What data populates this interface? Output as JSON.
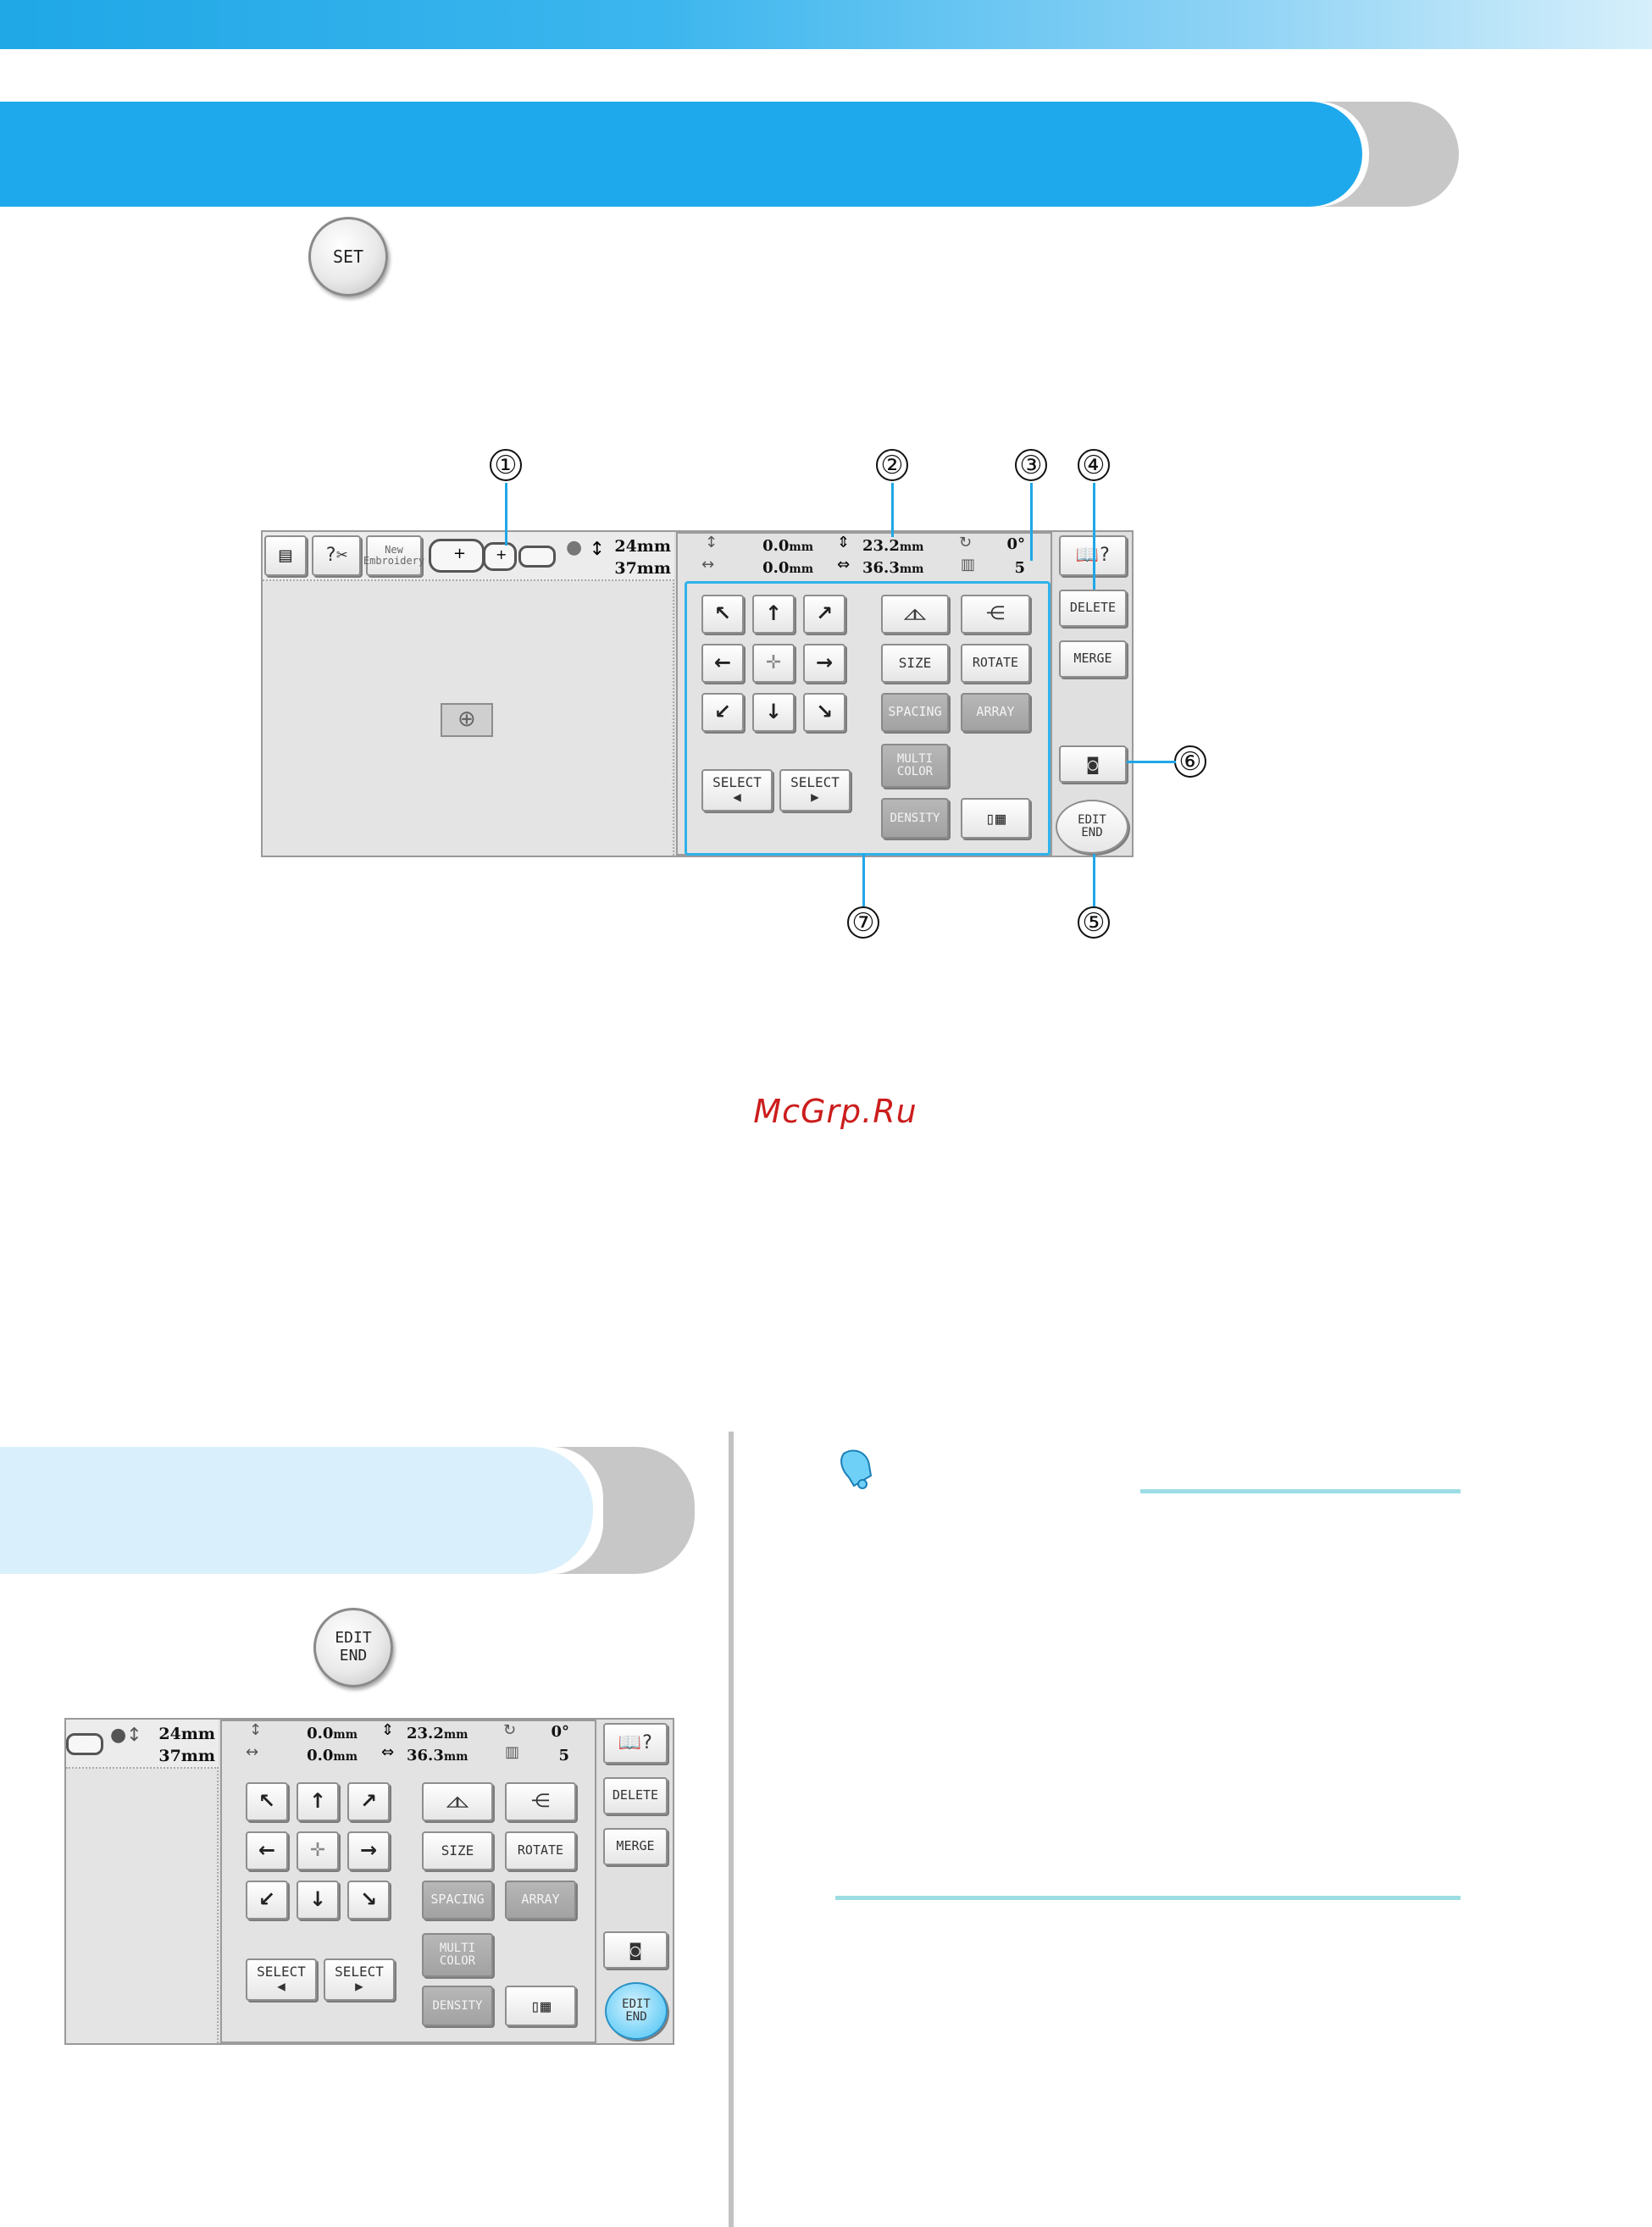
{
  "colors": {
    "accent_blue": "#1ea9ec",
    "banner_light": "#d9f0fc",
    "banner_gray": "#c7c7c7",
    "watermark_red": "#cc1d1d",
    "rule_teal": "#9cdde3"
  },
  "set_key": {
    "label": "SET"
  },
  "edit_end_key": {
    "line1": "EDIT",
    "line2": "END"
  },
  "screen": {
    "toolbar": {
      "new_embroidery_line1": "New",
      "new_embroidery_line2": "Embroidery",
      "hoop_height": "24mm",
      "hoop_width": "37mm"
    },
    "readouts": {
      "pos_y": "0.0",
      "pos_x": "0.0",
      "size_h": "23.2",
      "size_w": "36.3",
      "unit": "mm",
      "angle": "0°",
      "colors": "5"
    },
    "buttons": {
      "size": "SIZE",
      "rotate": "ROTATE",
      "spacing": "SPACING",
      "array": "ARRAY",
      "multi_color_line1": "MULTI",
      "multi_color_line2": "COLOR",
      "density": "DENSITY",
      "select_label": "SELECT",
      "select_prev_arrow": "◀",
      "select_next_arrow": "▶",
      "delete": "DELETE",
      "merge": "MERGE",
      "edit_end_line1": "EDIT",
      "edit_end_line2": "END"
    }
  },
  "callouts": [
    "①",
    "②",
    "③",
    "④",
    "⑤",
    "⑥",
    "⑦"
  ],
  "watermark": "McGrp.Ru"
}
